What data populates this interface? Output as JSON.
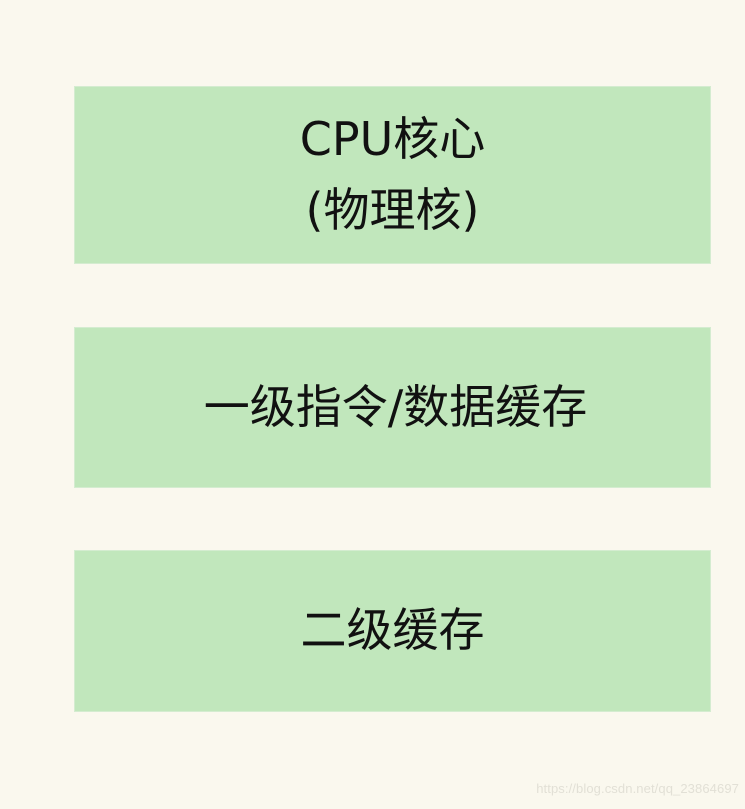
{
  "diagram": {
    "boxes": [
      {
        "line1": "CPU核心",
        "line2": "(物理核)"
      },
      {
        "line1": "一级指令/数据缓存"
      },
      {
        "line1": "二级缓存"
      }
    ]
  },
  "colors": {
    "background": "#faf8ee",
    "box_fill": "#c1e7bc",
    "text": "#111111"
  },
  "watermark": "https://blog.csdn.net/qq_23864697"
}
